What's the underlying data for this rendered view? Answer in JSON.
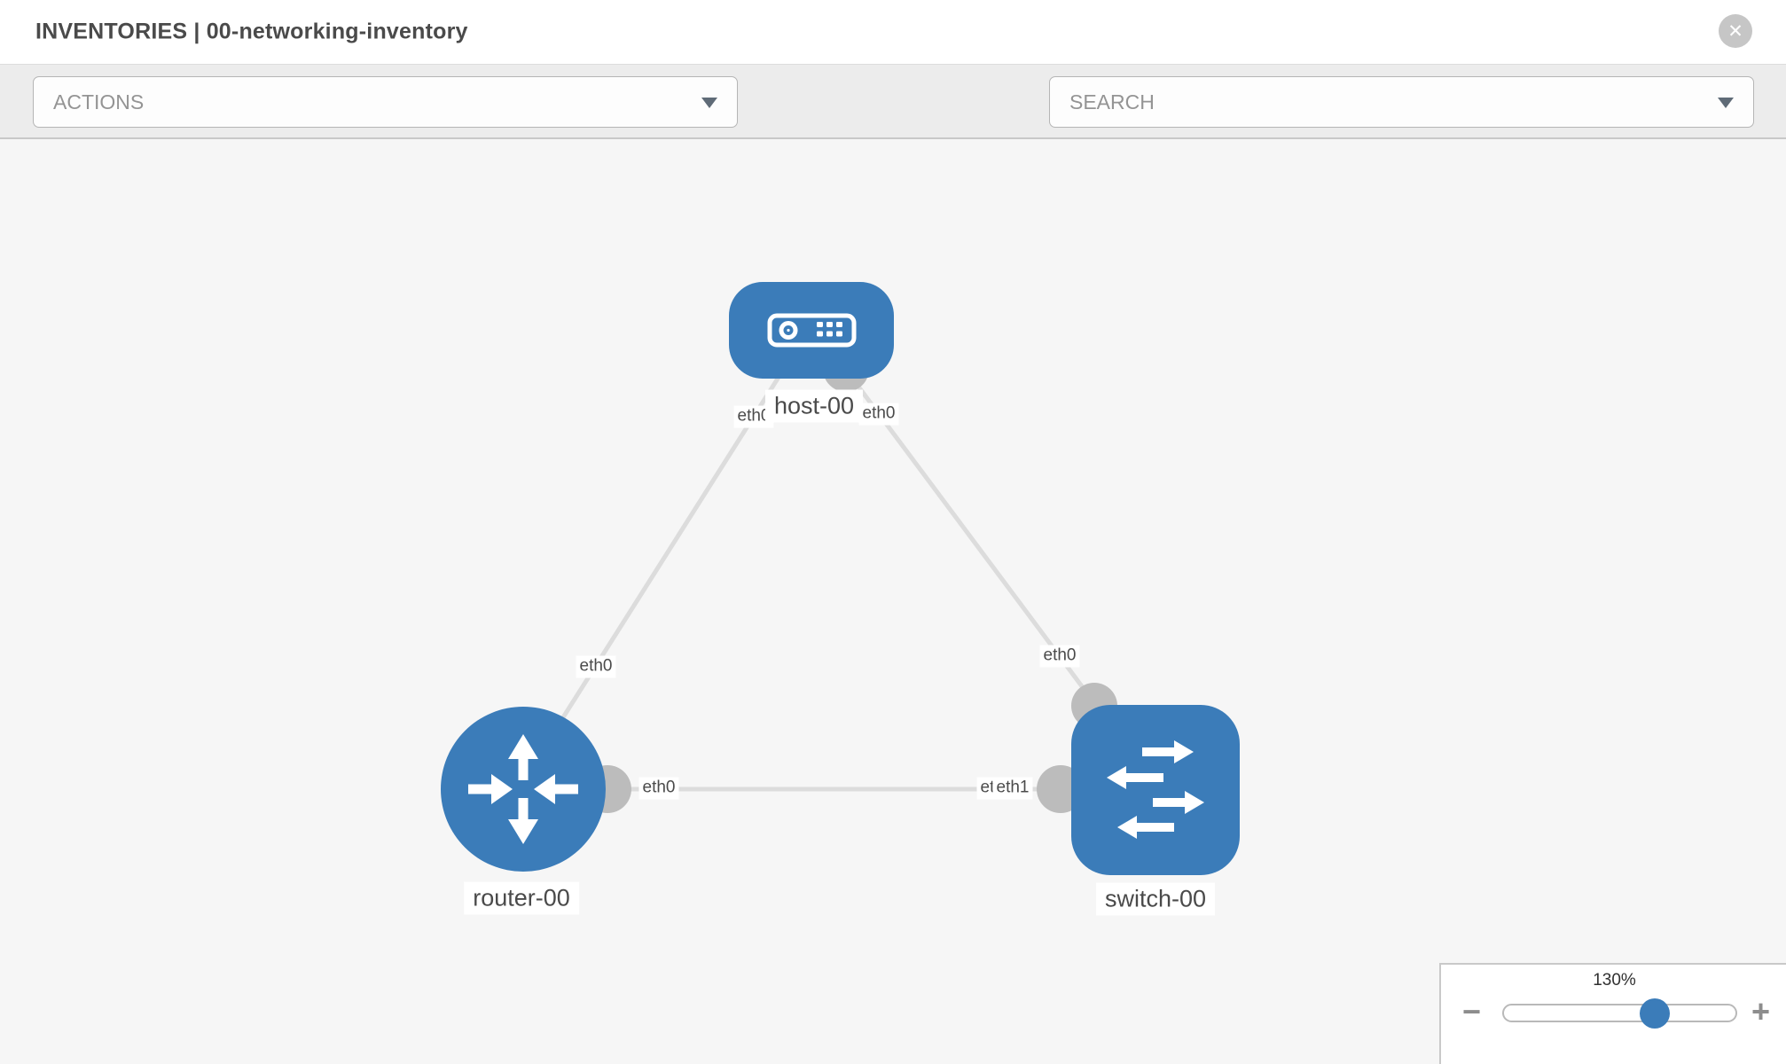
{
  "header": {
    "title": "INVENTORIES | 00-networking-inventory",
    "close_glyph": "✕"
  },
  "toolbar": {
    "actions_label": "ACTIONS",
    "search_label": "SEARCH",
    "icons": [
      "wrench-icon",
      "key-icon"
    ]
  },
  "topology": {
    "nodes": [
      {
        "id": "host-00",
        "label": "host-00",
        "type": "host"
      },
      {
        "id": "router-00",
        "label": "router-00",
        "type": "router"
      },
      {
        "id": "switch-00",
        "label": "switch-00",
        "type": "switch"
      }
    ],
    "links": [
      {
        "source": "host-00",
        "source_interface": "eth0",
        "target": "router-00",
        "target_interface": "eth0"
      },
      {
        "source": "host-00",
        "source_interface": "eth0",
        "target": "switch-00",
        "target_interface": "eth0"
      },
      {
        "source": "router-00",
        "source_interface": "eth0",
        "target": "switch-00",
        "target_interface": "eth1",
        "target_interface_overlapped": "eth0"
      }
    ],
    "colors": {
      "node_blue": "#3b7cb9",
      "link_gray": "#dcdcdc",
      "connector_gray": "#bcbcbc"
    }
  },
  "zoom_control": {
    "value": "130%",
    "minus_glyph": "−",
    "plus_glyph": "+"
  }
}
